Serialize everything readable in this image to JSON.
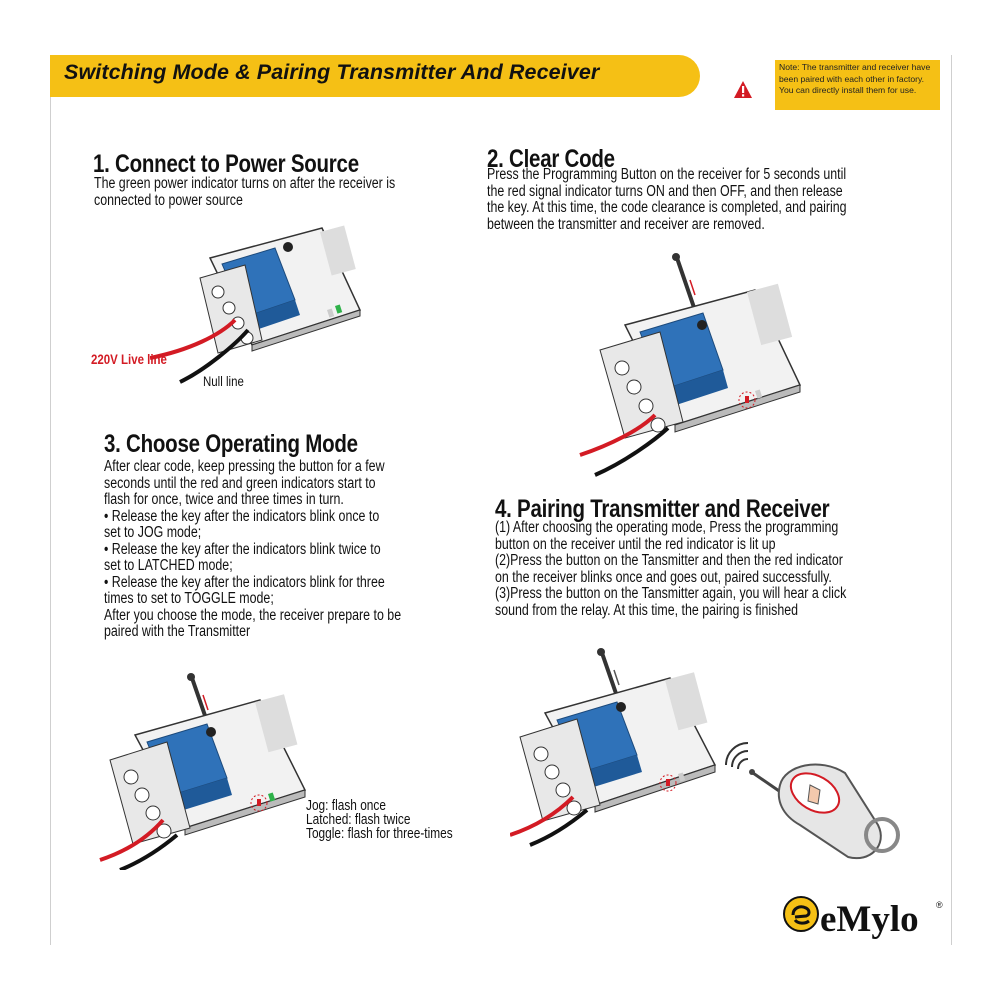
{
  "header": {
    "title": "Switching Mode & Pairing Transmitter And Receiver"
  },
  "note": {
    "lines": [
      "Note: The transmitter and receiver have",
      "been paired with each other in factory.",
      "You can directly install them for use."
    ]
  },
  "step1": {
    "title": "1. Connect to Power Source",
    "lines": [
      "The green power indicator turns on after the receiver is",
      "connected to power source"
    ],
    "live_label": "220V Live line",
    "null_label": "Null line"
  },
  "step2": {
    "title": "2. Clear Code",
    "lines": [
      "Press the Programming Button on the receiver for 5 seconds until",
      "the red signal indicator turns ON and then OFF, and then release",
      "the key. At this time, the code clearance is completed, and pairing",
      "between the transmitter and receiver are removed."
    ]
  },
  "step3": {
    "title": "3. Choose Operating Mode",
    "lines": [
      "After clear code, keep pressing the button for a few",
      "seconds until the red and green indicators start to",
      "flash for once, twice and three times in turn.",
      "• Release the key after the indicators blink once to",
      "set to JOG mode;",
      "• Release the key after the indicators blink twice to",
      "set to LATCHED mode;",
      "• Release the key after the indicators blink for three",
      "times to set to TOGGLE mode;",
      "After you choose the mode, the receiver prepare to be",
      "paired with the Transmitter"
    ],
    "flash_lines": [
      "Jog: flash once",
      "Latched: flash twice",
      "Toggle: flash for three-times"
    ]
  },
  "step4": {
    "title": "4. Pairing Transmitter and Receiver",
    "lines": [
      "(1) After choosing the operating mode, Press the programming",
      " button on the receiver until the red indicator is lit up",
      " (2)Press the button on the Tansmitter and then the red indicator",
      " on the receiver blinks once and goes out, paired successfully.",
      " (3)Press the button on the Tansmitter  again, you will hear a click",
      "sound from the relay. At this time, the pairing is finished"
    ]
  },
  "brand": {
    "name": "eMylo",
    "reg": "®"
  },
  "colors": {
    "accent": "#f5c015",
    "relay_blue": "#2f72b9",
    "warning_red": "#d31b24",
    "indicator_green": "#2fb24a"
  }
}
